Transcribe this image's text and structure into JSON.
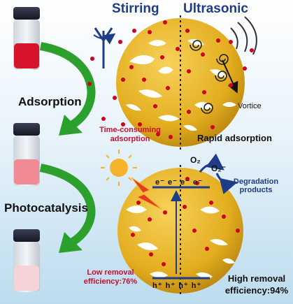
{
  "titles": {
    "stirring": "Stirring",
    "ultrasonic": "Ultrasonic"
  },
  "steps": {
    "adsorption": "Adsorption",
    "photocatalysis": "Photocatalysis"
  },
  "top_sphere": {
    "vortice": "Vortice",
    "stirring_label_line1": "Time-consuming",
    "stirring_label_line2": "adsorption",
    "ultrasonic_label": "Rapid adsorption"
  },
  "bottom_sphere": {
    "electrons": [
      "e⁻",
      "e⁻",
      "e⁻",
      "e⁻"
    ],
    "holes": [
      "h⁺",
      "h⁺",
      "h⁺",
      "h⁺"
    ],
    "oxygen": "O₂",
    "superoxide": "O₂⁻",
    "products_line1": "Degradation",
    "products_line2": "products",
    "low_line1": "Low removal",
    "low_line2": "efficiency:76%",
    "high_line1": "High removal",
    "high_line2": "efficiency:94%"
  },
  "colors": {
    "sphere": "#e8b826",
    "pollutant": "#d0021b",
    "arrow": "#2ca02c",
    "title": "#1f3c88",
    "accent_red": "#c8102e"
  }
}
